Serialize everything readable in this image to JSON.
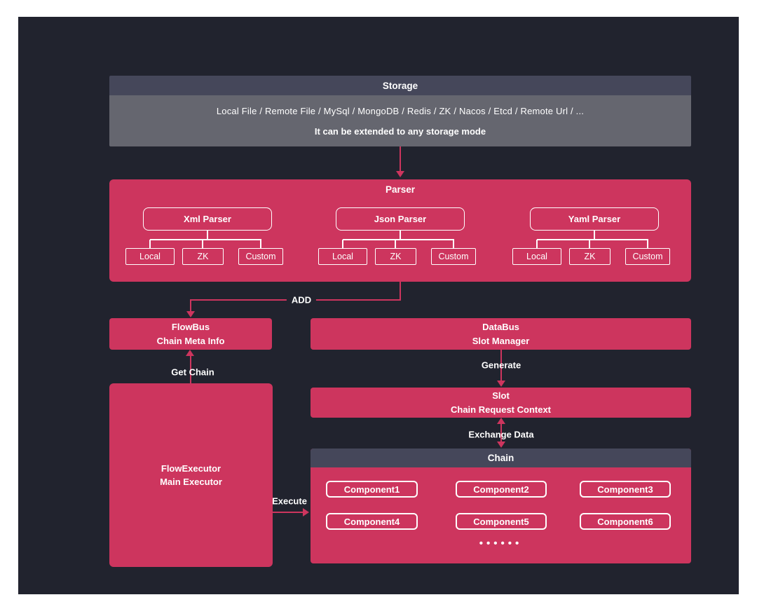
{
  "storage": {
    "title": "Storage",
    "items_line": "Local File / Remote File / MySql / MongoDB / Redis / ZK / Nacos / Etcd / Remote Url / ...",
    "note": "It can be extended to any storage mode"
  },
  "parser": {
    "title": "Parser",
    "groups": [
      {
        "title": "Xml Parser",
        "children": [
          "Local",
          "ZK",
          "Custom"
        ]
      },
      {
        "title": "Json Parser",
        "children": [
          "Local",
          "ZK",
          "Custom"
        ]
      },
      {
        "title": "Yaml Parser",
        "children": [
          "Local",
          "ZK",
          "Custom"
        ]
      }
    ]
  },
  "flowbus": {
    "title": "FlowBus",
    "subtitle": "Chain Meta Info"
  },
  "databus": {
    "title": "DataBus",
    "subtitle": "Slot Manager"
  },
  "slot": {
    "title": "Slot",
    "subtitle": "Chain Request Context"
  },
  "flow_executor": {
    "title": "FlowExecutor",
    "subtitle": "Main Executor"
  },
  "chain": {
    "title": "Chain",
    "components": [
      "Component1",
      "Component2",
      "Component3",
      "Component4",
      "Component5",
      "Component6"
    ],
    "ellipsis": "••••••"
  },
  "arrows": {
    "add": "ADD",
    "get_chain": "Get Chain",
    "generate": "Generate",
    "exchange_data": "Exchange Data",
    "execute": "Execute"
  },
  "colors": {
    "pink": "#cd355e",
    "panel_background": "#21232e",
    "header_gray": "#45475a",
    "storage_body_gray": "#65666f"
  }
}
